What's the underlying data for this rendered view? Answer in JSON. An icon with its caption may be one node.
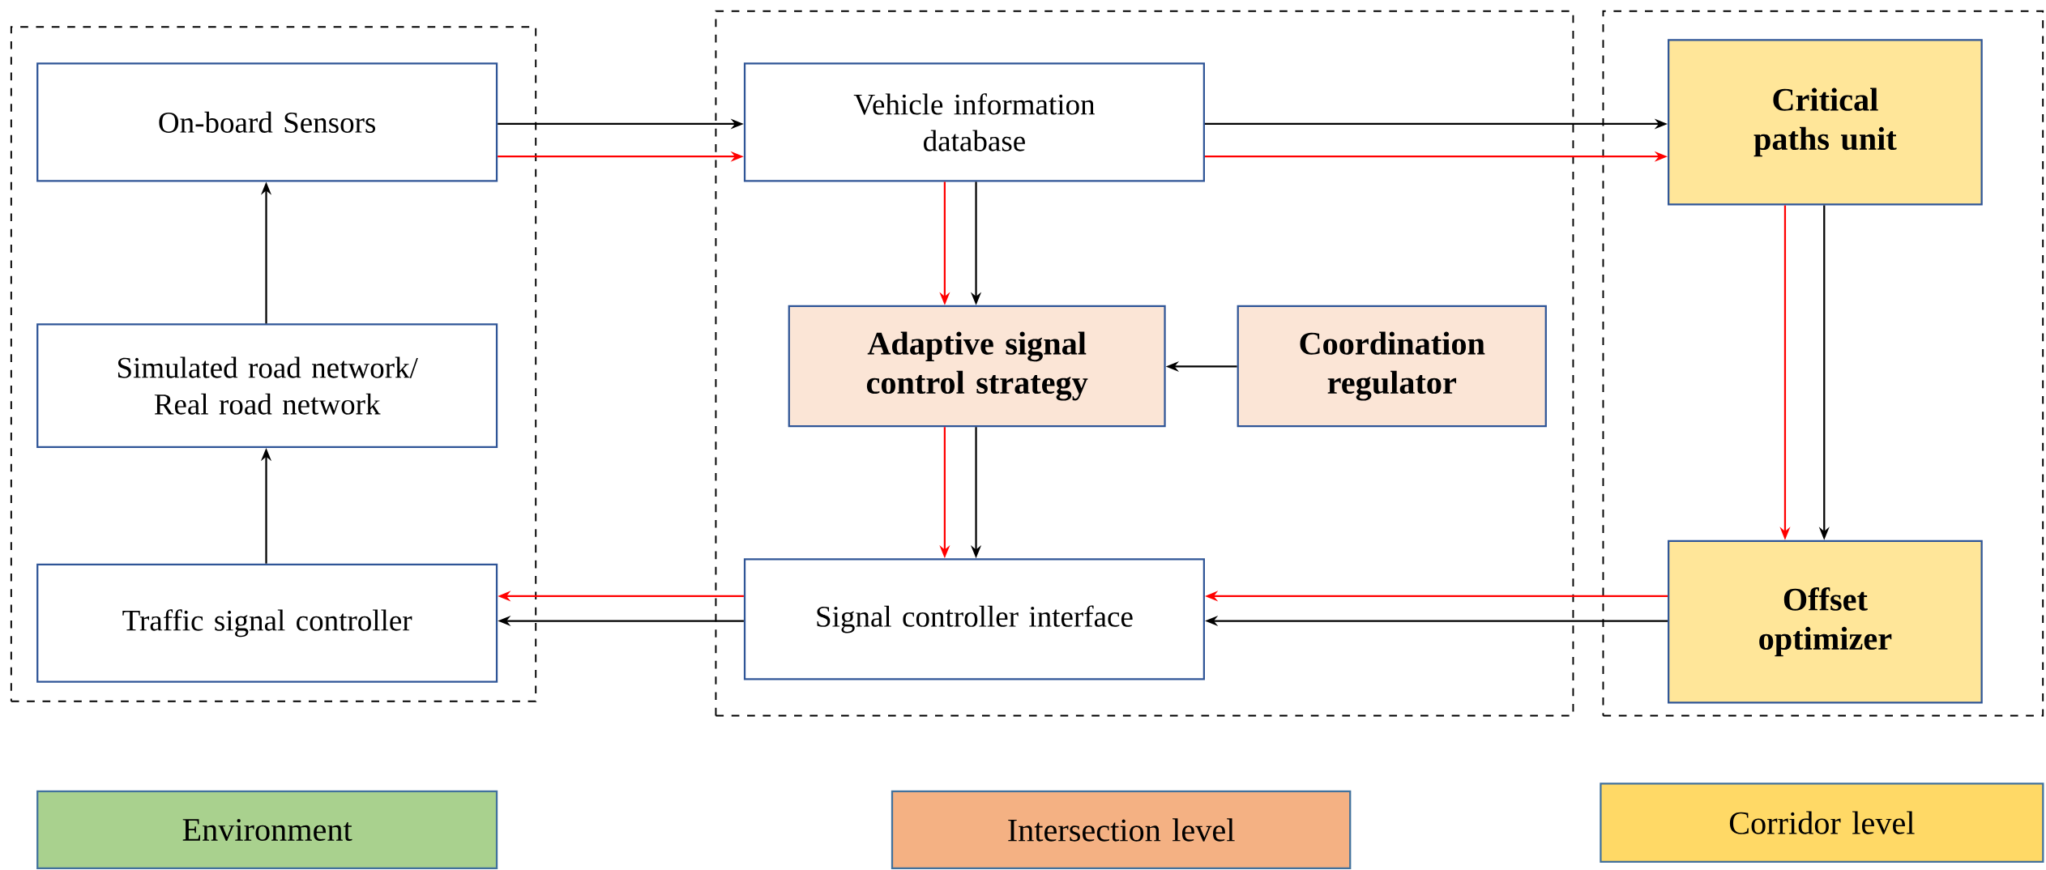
{
  "diagram": {
    "nodes": [
      {
        "text": [],
        "shape": "box"
      },
      {
        "text": [
          "On-board Sensors"
        ],
        "in": 0
      },
      {
        "text": [
          "Simulated road network/ Real road network"
        ],
        "in": 0
      },
      {
        "text": [
          "Traffic signal controller"
        ],
        "in": 0
      },
      {
        "text": [],
        "shape": "box"
      },
      {
        "text": [
          "Vehicle information database"
        ],
        "in": 4
      },
      {
        "text": [
          "Adaptive signal control strategy"
        ],
        "in": 4
      },
      {
        "text": [
          "Coordination regulator"
        ],
        "in": 4
      },
      {
        "text": [
          "Signal controller interface"
        ],
        "in": 4
      },
      {
        "text": [],
        "shape": "box"
      },
      {
        "text": [
          "Critical paths unit"
        ],
        "in": 9
      },
      {
        "text": [
          "Offset optimizer"
        ],
        "in": 9
      },
      {
        "text": [
          "Environment"
        ]
      },
      {
        "text": [
          "Intersection level"
        ]
      },
      {
        "text": [
          "Corridor level"
        ]
      }
    ],
    "edges": [
      {
        "from": 1,
        "to": 5,
        "arrow": "to"
      },
      {
        "from": 1,
        "to": 5,
        "arrow": "to",
        "color": "#ff0000"
      },
      {
        "from": 5,
        "to": 10,
        "arrow": "to"
      },
      {
        "from": 5,
        "to": 10,
        "arrow": "to",
        "color": "#ff0000"
      },
      {
        "from": 5,
        "to": 6,
        "arrow": "to",
        "color": "#ff0000"
      },
      {
        "from": 5,
        "to": 6,
        "arrow": "to"
      },
      {
        "from": 6,
        "to": 8,
        "arrow": "to",
        "color": "#ff0000"
      },
      {
        "from": 6,
        "to": 8,
        "arrow": "to"
      },
      {
        "from": 7,
        "to": 6,
        "arrow": "to"
      },
      {
        "from": 10,
        "to": 11,
        "arrow": "to",
        "color": "#ff0000"
      },
      {
        "from": 10,
        "to": 11,
        "arrow": "to"
      },
      {
        "from": 11,
        "to": 8,
        "arrow": "to",
        "color": "#ff0000"
      },
      {
        "from": 11,
        "to": 8,
        "arrow": "to"
      },
      {
        "from": 8,
        "to": 3,
        "arrow": "to",
        "color": "#ff0000"
      },
      {
        "from": 8,
        "to": 3,
        "arrow": "to"
      },
      {
        "from": 3,
        "to": 2,
        "arrow": "to"
      },
      {
        "from": 2,
        "to": 1,
        "arrow": "to"
      }
    ]
  }
}
